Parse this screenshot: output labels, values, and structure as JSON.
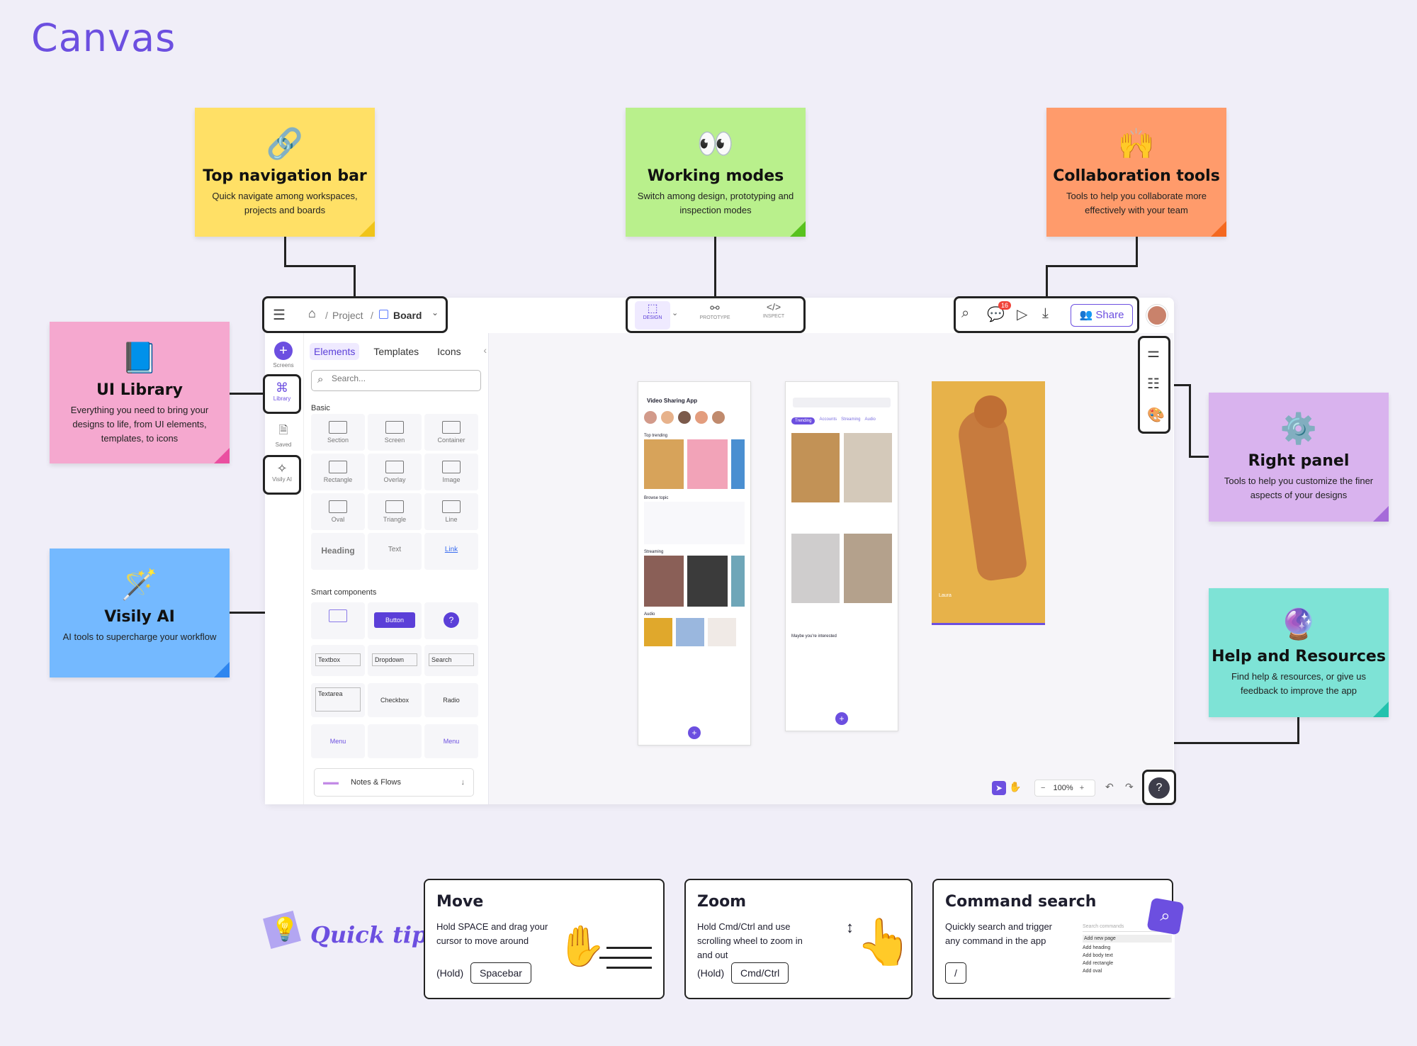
{
  "page_title": "Canvas",
  "notes": {
    "top_nav": {
      "emoji": "🔗",
      "title": "Top navigation bar",
      "desc": "Quick navigate among workspaces, projects and boards",
      "color": "#ffe066",
      "fold": "#f0c419"
    },
    "working_modes": {
      "emoji": "👀",
      "title": "Working modes",
      "desc": "Switch among design, prototyping and inspection modes",
      "color": "#b9f08c",
      "fold": "#58c21e"
    },
    "collab": {
      "emoji": "🙌",
      "title": "Collaboration tools",
      "desc": "Tools to help you collaborate more effectively with your team",
      "color": "#ff9b6b",
      "fold": "#f4681f"
    },
    "ui_library": {
      "emoji": "📘",
      "title": "UI Library",
      "desc": "Everything you need to bring your designs to life, from UI elements, templates, to icons",
      "color": "#f5a8cf",
      "fold": "#ea4fa0"
    },
    "visily_ai": {
      "emoji": "🪄",
      "title": "Visily AI",
      "desc": "AI tools to supercharge your workflow",
      "color": "#74b9ff",
      "fold": "#2f86ef"
    },
    "right_panel": {
      "emoji": "⚙️",
      "title": "Right panel",
      "desc": "Tools to help you customize the finer aspects of your designs",
      "color": "#d9b3ee",
      "fold": "#a66bd9"
    },
    "help": {
      "emoji": "🔮",
      "title": "Help and Resources",
      "desc": "Find help & resources, or give us feedback to improve the app",
      "color": "#7ee3d6",
      "fold": "#22c2ad"
    }
  },
  "topbar": {
    "breadcrumb_project": "Project",
    "breadcrumb_board": "Board",
    "modes": [
      "DESIGN",
      "PROTOTYPE",
      "INSPECT"
    ],
    "notif_count": "16",
    "share_label": "Share"
  },
  "leftrail": {
    "screens": "Screens",
    "library": "Library",
    "saved": "Saved",
    "visily_ai": "Visily AI"
  },
  "panel": {
    "tabs": [
      "Elements",
      "Templates",
      "Icons"
    ],
    "search_placeholder": "Search...",
    "basic_label": "Basic",
    "basic_items": [
      "Section",
      "Screen",
      "Container",
      "Rectangle",
      "Overlay",
      "Image",
      "Oval",
      "Triangle",
      "Line",
      "Heading",
      "Text",
      "Link"
    ],
    "smart_label": "Smart components",
    "button_label": "Button",
    "textbox": "Textbox",
    "dropdown": "Dropdown",
    "search": "Search",
    "textarea": "Textarea",
    "checkbox": "Checkbox",
    "radio": "Radio",
    "menu1": "Menu",
    "menu2": "Menu",
    "notes_flows": "Notes & Flows"
  },
  "screens": {
    "s1_title": "Video Sharing App",
    "s1_sections": [
      "Top trending",
      "Browse topic",
      "Streaming",
      "Audio"
    ],
    "s2_tabs": [
      "Trending",
      "Accounts",
      "Streaming",
      "Audio"
    ],
    "s2_section": "Maybe you're interested",
    "s3_user": "Laura"
  },
  "bottombar": {
    "zoom": "100%"
  },
  "quick_tips": {
    "label": "Quick tips",
    "move": {
      "title": "Move",
      "desc": "Hold SPACE and drag your cursor to move around",
      "hold": "(Hold)",
      "key": "Spacebar"
    },
    "zoom": {
      "title": "Zoom",
      "desc": "Hold Cmd/Ctrl and use scrolling wheel to zoom in and out",
      "hold": "(Hold)",
      "key": "Cmd/Ctrl"
    },
    "command": {
      "title": "Command search",
      "desc": "Quickly search and trigger any command in the app",
      "key": "/",
      "search_placeholder": "Search commands",
      "items": [
        "Add new page",
        "Add heading",
        "Add body text",
        "Add rectangle",
        "Add oval"
      ]
    }
  }
}
